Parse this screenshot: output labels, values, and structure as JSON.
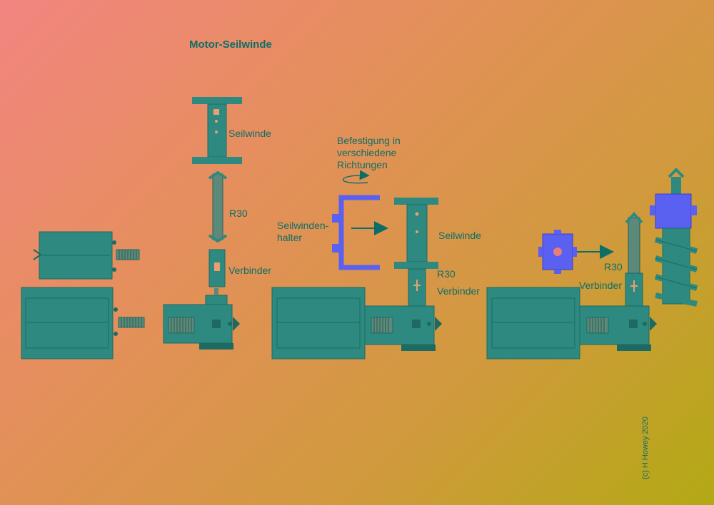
{
  "title": "Motor-Seilwinde",
  "labels": {
    "seilwinde_1": "Seilwinde",
    "r30_1": "R30",
    "verbinder_1": "Verbinder",
    "befestigung": "Befestigung in verschiedene Richtungen",
    "seilwindenhalter": "Seilwinden-halter",
    "seilwinde_2": "Seilwinde",
    "r30_2": "R30",
    "verbinder_2": "Verbinder",
    "r30_3": "R30",
    "verbinder_3": "Verbinder"
  },
  "copyright": "(c) H Howey  2020",
  "colors": {
    "part": "#2e8a80",
    "part_dark": "#1c6a62",
    "holder": "#5a60f0",
    "hole": "#e87d7d",
    "text": "#0d6e68"
  }
}
